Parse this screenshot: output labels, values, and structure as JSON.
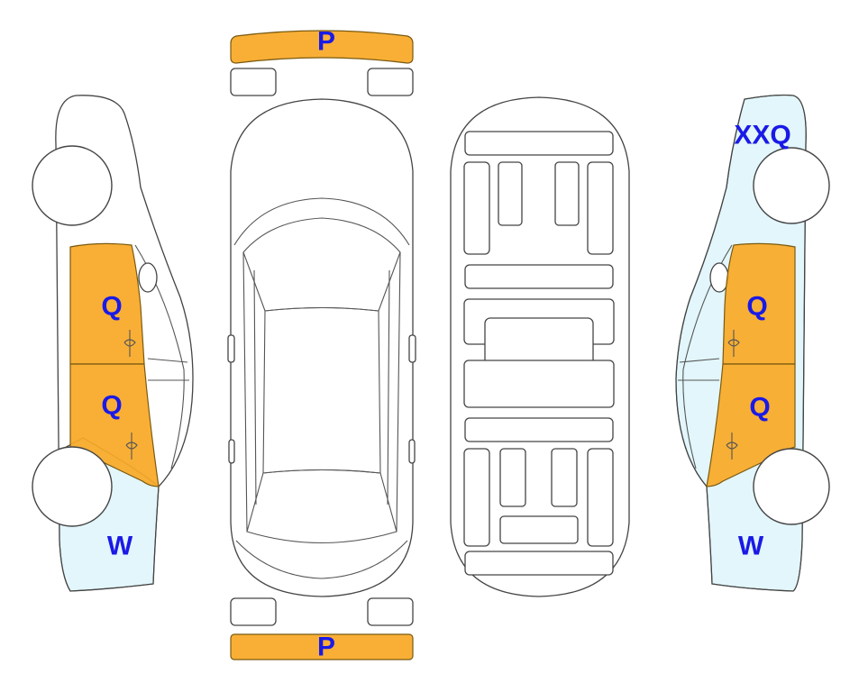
{
  "colors": {
    "damage_orange": "#f9a825",
    "damage_blue": "#e2f6fb",
    "label_text": "#1a1ae6",
    "outline": "#444444"
  },
  "labels": {
    "front_bumper": "P",
    "rear_bumper": "P",
    "left_front_door": "Q",
    "left_rear_door": "Q",
    "left_rear_quarter": "W",
    "right_front_fender": "XXQ",
    "right_front_door": "Q",
    "right_rear_door": "Q",
    "right_rear_quarter": "W"
  }
}
